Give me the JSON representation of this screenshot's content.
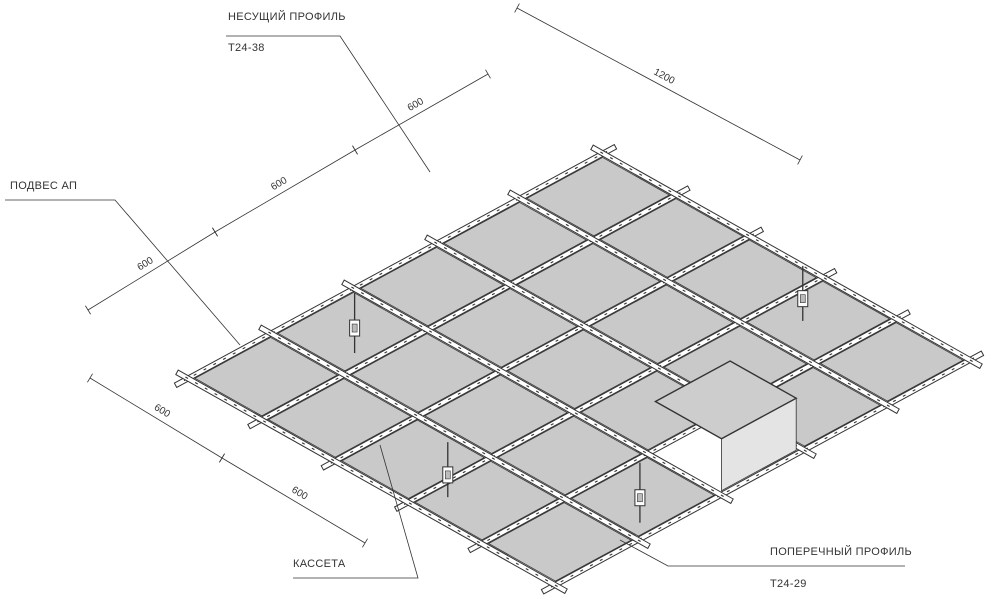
{
  "labels": {
    "main_profile": "НЕСУЩИЙ ПРОФИЛЬ",
    "main_profile_code": "T24-38",
    "hanger": "ПОДВЕС АП",
    "cassette": "КАССЕТА",
    "cross_profile": "ПОПЕРЕЧНЫЙ ПРОФИЛЬ",
    "cross_profile_code": "T24-29"
  },
  "dimensions": {
    "top_a": "600",
    "top_b": "600",
    "top_c": "600",
    "right": "1200",
    "bottom_a": "600",
    "bottom_b": "600"
  },
  "colors": {
    "panel": "#c9c9c9",
    "rail": "#ffffff",
    "line": "#333333",
    "lifted_panel": "#cdcdcd",
    "background": "#ffffff"
  }
}
